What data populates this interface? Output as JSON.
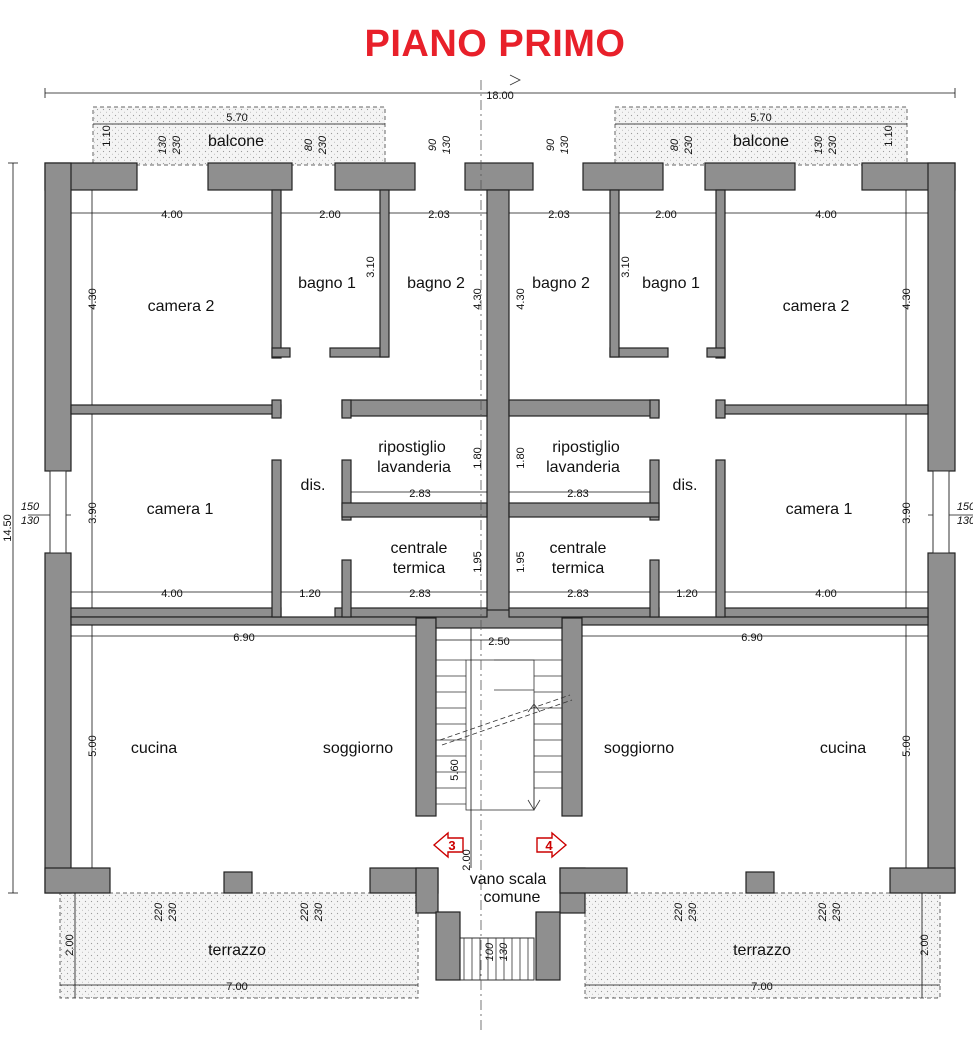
{
  "title": "PIANO PRIMO",
  "overall": {
    "width": "18.00",
    "depth": "14.50"
  },
  "rooms": {
    "balcone": "balcone",
    "camera2": "camera 2",
    "camera1": "camera 1",
    "bagno1": "bagno 1",
    "bagno2": "bagno 2",
    "ripostiglio1": "ripostiglio",
    "ripostiglio2": "lavanderia",
    "centrale1": "centrale",
    "centrale2": "termica",
    "dis": "dis.",
    "cucina": "cucina",
    "soggiorno": "soggiorno",
    "terrazzo": "terrazzo",
    "vano1": "vano scala",
    "vano2": "comune"
  },
  "dims": {
    "d570": "5.70",
    "d110": "1.10",
    "d130": "130",
    "d230": "230",
    "d80": "80",
    "d90": "90",
    "d400": "4.00",
    "d200": "2.00",
    "d203": "2.03",
    "d430": "4.30",
    "d310": "3.10",
    "d180": "1.80",
    "d283": "2.83",
    "d390": "3.90",
    "d150": "150",
    "d195": "1.95",
    "d120": "1.20",
    "d690": "6.90",
    "d250": "2.50",
    "d500": "5.00",
    "d560": "5.60",
    "d220": "220",
    "d100": "100",
    "d700": "7.00"
  },
  "markers": {
    "left": "3",
    "right": "4"
  }
}
